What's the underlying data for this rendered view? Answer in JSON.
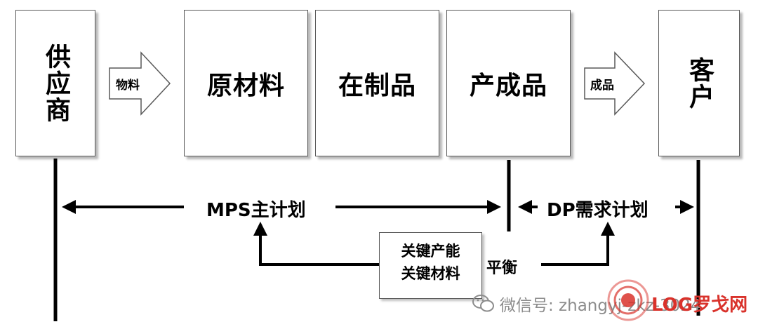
{
  "boxes": {
    "supplier": "供应商",
    "raw_material": "原材料",
    "wip": "在制品",
    "finished_goods": "产成品",
    "customer": "客户"
  },
  "arrows": {
    "material": "物料",
    "goods": "成品"
  },
  "plans": {
    "mps": "MPS主计划",
    "dp": "DP需求计划",
    "balance": "平衡"
  },
  "capacity_box": {
    "line1": "关键产能",
    "line2": "关键材料"
  },
  "watermark": {
    "text": "微信号: zhangyj-zkz-3024",
    "logo": "LOG罗戈网"
  },
  "colors": {
    "line": "#000000",
    "border": "#595959",
    "logo": "#d9322b"
  }
}
